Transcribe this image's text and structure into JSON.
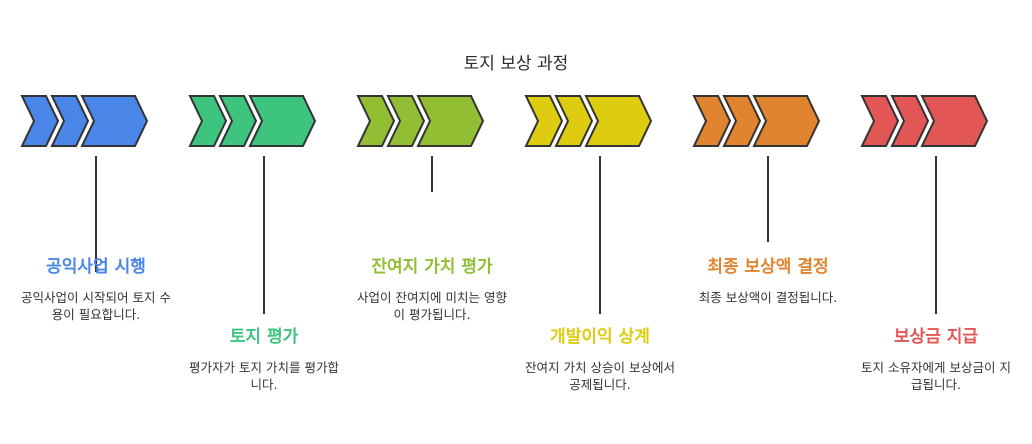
{
  "title": "토지 보상 과정",
  "steps": [
    {
      "title": "공익사업 시행",
      "description": "공익사업이 시작되어 토지 수용이 필요합니다.",
      "color": "#4A86E8"
    },
    {
      "title": "토지 평가",
      "description": "평가자가 토지 가치를 평가합니다.",
      "color": "#3DC57F"
    },
    {
      "title": "잔여지 가치 평가",
      "description": "사업이 잔여지에 미치는 영향이 평가됩니다.",
      "color": "#91BE32"
    },
    {
      "title": "개발이익 상계",
      "description": "잔여지 가치 상승이 보상에서 공제됩니다.",
      "color": "#DDCC10"
    },
    {
      "title": "최종 보상액 결정",
      "description": "최종 보상액이 결정됩니다.",
      "color": "#E08430"
    },
    {
      "title": "보상금 지급",
      "description": "토지 소유자에게 보상금이 지급됩니다.",
      "color": "#E35656"
    }
  ]
}
